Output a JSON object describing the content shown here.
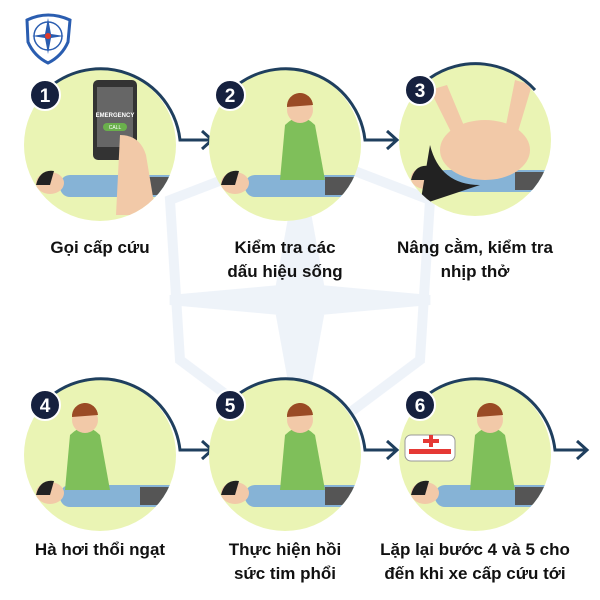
{
  "colors": {
    "circle": "#eaf4b4",
    "badge": "#16213f",
    "arrow": "#1f3f5e",
    "shirt_green": "#7fbf5a",
    "shirt_blue": "#86b3d6",
    "hair": "#9a4b25"
  },
  "logo": {
    "name": "shield-compass-logo"
  },
  "steps": [
    {
      "number": "1",
      "label_lines": [
        "Gọi cấp cứu"
      ],
      "phone_text": "EMERGENCY",
      "phone_button": "CALL"
    },
    {
      "number": "2",
      "label_lines": [
        "Kiểm tra các",
        "dấu hiệu sống"
      ]
    },
    {
      "number": "3",
      "label_lines": [
        "Nâng cằm, kiểm tra",
        "nhịp thở"
      ]
    },
    {
      "number": "4",
      "label_lines": [
        "Hà hơi thổi ngạt"
      ]
    },
    {
      "number": "5",
      "label_lines": [
        "Thực hiện hồi",
        "sức tim phổi"
      ]
    },
    {
      "number": "6",
      "label_lines": [
        "Lặp lại bước 4 và 5 cho",
        "đến khi xe cấp cứu tới"
      ]
    }
  ]
}
